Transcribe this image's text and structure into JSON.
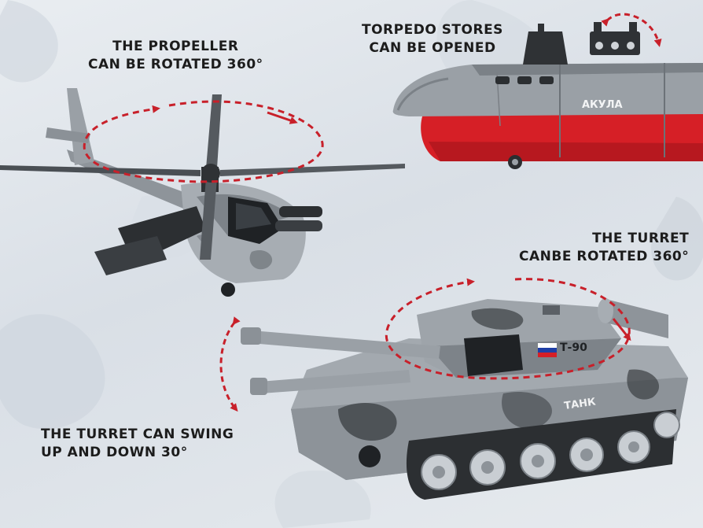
{
  "captions": {
    "propeller": {
      "line1": "THE PROPELLER",
      "line2": "CAN BE ROTATED 360°"
    },
    "torpedo": {
      "line1": "TORPEDO STORES",
      "line2": "CAN BE OPENED"
    },
    "turret_rotate": {
      "line1": "THE TURRET",
      "line2": "CANBE ROTATED 360°"
    },
    "turret_swing": {
      "line1": "THE TURRET CAN SWING",
      "line2": "UP AND DOWN 30°"
    }
  },
  "markings": {
    "submarine_name": "АКУЛА",
    "tank_model": "Т-90",
    "tank_hull": "ТАНК"
  },
  "colors": {
    "arrow": "#c8202a",
    "caption_text": "#1c1c1c",
    "background": "#dfe4ea",
    "submarine_hull": "#d61f26",
    "toy_gray": "#9aa0a6"
  }
}
